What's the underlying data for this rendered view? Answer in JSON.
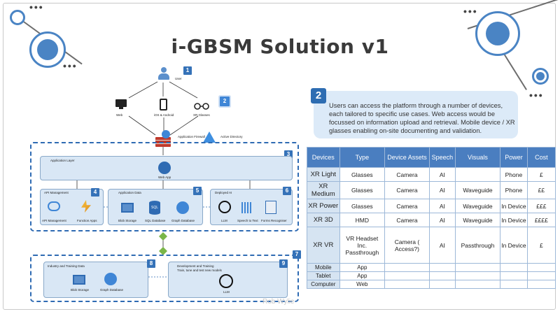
{
  "title": "i-GBSM Solution v1",
  "author": "Rob Wylie",
  "diagram": {
    "user": {
      "label": "User",
      "badge": "1"
    },
    "clients": {
      "web": "Web",
      "mobile": "iOS & Android",
      "glasses": "XR Glasses",
      "badge": "2"
    },
    "firewall_label": "Application Firewall",
    "active_directory_label": "Active Directory",
    "application_layer": {
      "title": "Application Layer",
      "badge": "3",
      "web_app": "Web App"
    },
    "api_management": {
      "title": "API Management",
      "badge": "4",
      "items": [
        "API Management",
        "Function Apps"
      ]
    },
    "application_data": {
      "title": "Application Data",
      "badge": "5",
      "items": [
        "Blob Storage",
        "SQL Database",
        "Graph Database"
      ]
    },
    "deployed_ai": {
      "title": "Deployed AI",
      "badge": "6",
      "items": [
        "LLM",
        "Speech to Text",
        "Forms Recogniser"
      ]
    },
    "lower_badge": "7",
    "industry_data": {
      "title": "Industry and Training Data",
      "badge": "8",
      "items": [
        "Blob Storage",
        "Graph Database"
      ]
    },
    "dev_training": {
      "title": "Development and Training",
      "subtitle": "Train, tune and test new models",
      "badge": "9",
      "items": [
        "LLM"
      ]
    }
  },
  "callout": {
    "number": "2",
    "text": "Users can access the platform through a number of devices, each tailored to specific use cases. Web access would be focussed on information upload and retrieval. Mobile device / XR glasses enabling on-site documenting and validation."
  },
  "table": {
    "headers": [
      "Devices",
      "Type",
      "Device Assets",
      "Speech",
      "Visuals",
      "Power",
      "Cost"
    ],
    "rows": [
      [
        "XR Light",
        "Glasses",
        "Camera",
        "AI",
        "",
        "Phone",
        "£"
      ],
      [
        "XR Medium",
        "Glasses",
        "Camera",
        "AI",
        "Waveguide",
        "Phone",
        "££"
      ],
      [
        "XR Power",
        "Glasses",
        "Camera",
        "AI",
        "Waveguide",
        "In Device",
        "£££"
      ],
      [
        "XR 3D",
        "HMD",
        "Camera",
        "AI",
        "Waveguide",
        "In Device",
        "££££"
      ],
      [
        "XR VR",
        "VR Headset Inc. Passthrough",
        "Camera ( Access?)",
        "AI",
        "Passthrough",
        "In Device",
        "£"
      ],
      [
        "Mobile",
        "App",
        "",
        "",
        "",
        "",
        ""
      ],
      [
        "Tablet",
        "App",
        "",
        "",
        "",
        "",
        ""
      ],
      [
        "Computer",
        "Web",
        "",
        "",
        "",
        "",
        ""
      ]
    ]
  }
}
